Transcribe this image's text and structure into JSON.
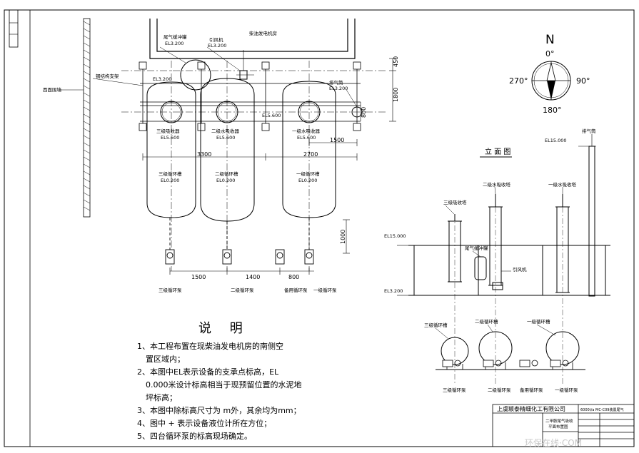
{
  "plan": {
    "generator_room": "柴油发电机房",
    "tail_gas_tank": "尾气缓冲罐",
    "tail_gas_tank_el": "EL3.200",
    "fan": "引风机",
    "fan_el": "EL3.200",
    "steel_frame": "钢结构支架",
    "west_wall": "西面围墙",
    "frame_el": "EL3.200",
    "exhaust": "排气筒",
    "exhaust_el": "EL3.200",
    "el_frame2": "EL5.600",
    "tower3": "三级吸收器",
    "tower3_el": "EL5.600",
    "tower2": "二级水吸收器",
    "tower2_el": "EL5.600",
    "tower1": "一级水吸收器",
    "tower1_el": "EL5.600",
    "tank3": "三级循环槽",
    "tank3_el": "EL0.200",
    "tank2": "二级循环槽",
    "tank2_el": "EL0.200",
    "tank1": "一级循环槽",
    "tank1_el": "EL0.200",
    "dim_450": "450",
    "dim_1800": "1800",
    "dim_800a": "800",
    "dim_1500a": "1500",
    "dim_3300": "3300",
    "dim_2700": "2700",
    "dim_1000": "1000",
    "dim_1500b": "1500",
    "dim_1400": "1400",
    "dim_800b": "800",
    "pump3": "三级循环泵",
    "pump2": "二级循环泵",
    "pump_spare": "备用循环泵",
    "pump1": "一级循环泵"
  },
  "compass": {
    "north": "N",
    "deg0": "0°",
    "deg90": "90°",
    "deg180": "180°",
    "deg270": "270°"
  },
  "elevation": {
    "title": "立 面 图",
    "exhaust": "排气筒",
    "el_15": "EL15.000",
    "el_15b": "EL15.000",
    "el_3": "EL3.200",
    "tower3": "三级吸收塔",
    "tower2": "二级水吸收塔",
    "tower1": "一级水吸收塔",
    "buffer": "尾气缓冲罐",
    "fan": "引风机",
    "tank3": "三级循环槽",
    "tank2": "二级循环槽",
    "tank1": "一级循环槽",
    "pump3": "三级循环泵",
    "pump2": "二级循环泵",
    "pump_spare": "备用循环泵",
    "pump1": "一级循环泵"
  },
  "notes": {
    "title": "说 明",
    "items": [
      "1、本工程布置在现柴油发电机房的南侧空",
      "置区域内；",
      "2、本图中EL表示设备的支承点标高，EL",
      "0.000米设计标高相当于现预留位置的水泥地",
      "坪标高；",
      "3、本图中除标高尺寸为 m外，其余均为mm；",
      "4、图中 + 表示设备液位计所在方位；",
      "5、四台循环泵的标高现场确定。"
    ]
  },
  "titleblock": {
    "company": "上虞颖泰精细化工有限公司",
    "project": "6000t/a MC-C09装置尾气",
    "drawing1": "二甲胺尾气吸收",
    "drawing2": "平面布置图"
  },
  "watermark": "环保在线·COM"
}
